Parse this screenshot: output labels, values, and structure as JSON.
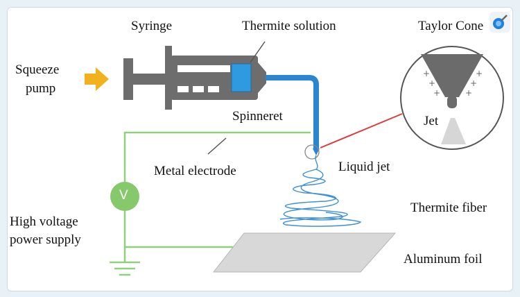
{
  "labels": {
    "syringe": "Syringe",
    "thermite_solution": "Thermite solution",
    "taylor_cone": "Taylor Cone",
    "squeeze_pump": [
      "Squeeze",
      "pump"
    ],
    "spinneret": "Spinneret",
    "metal_electrode": "Metal electrode",
    "liquid_jet": "Liquid jet",
    "jet": "Jet",
    "thermite_fiber": "Thermite fiber",
    "high_voltage": [
      "High voltage",
      "power supply"
    ],
    "aluminum_foil": "Aluminum foil",
    "voltmeter_symbol": "V"
  },
  "colors": {
    "wire": "#8fd17a",
    "syringe_body": "#6d6d6d",
    "syringe_fill": "#2f9ae0",
    "tube": "#2a86d1",
    "arrow": "#f2b21f",
    "fiber": "#3c90d8",
    "callout_line": "#e03a3a",
    "voltmeter": "#86c96b",
    "cone": "#6b6b6b",
    "foil": "#d8d8d8"
  },
  "icons": {
    "corner": "pin-icon"
  }
}
